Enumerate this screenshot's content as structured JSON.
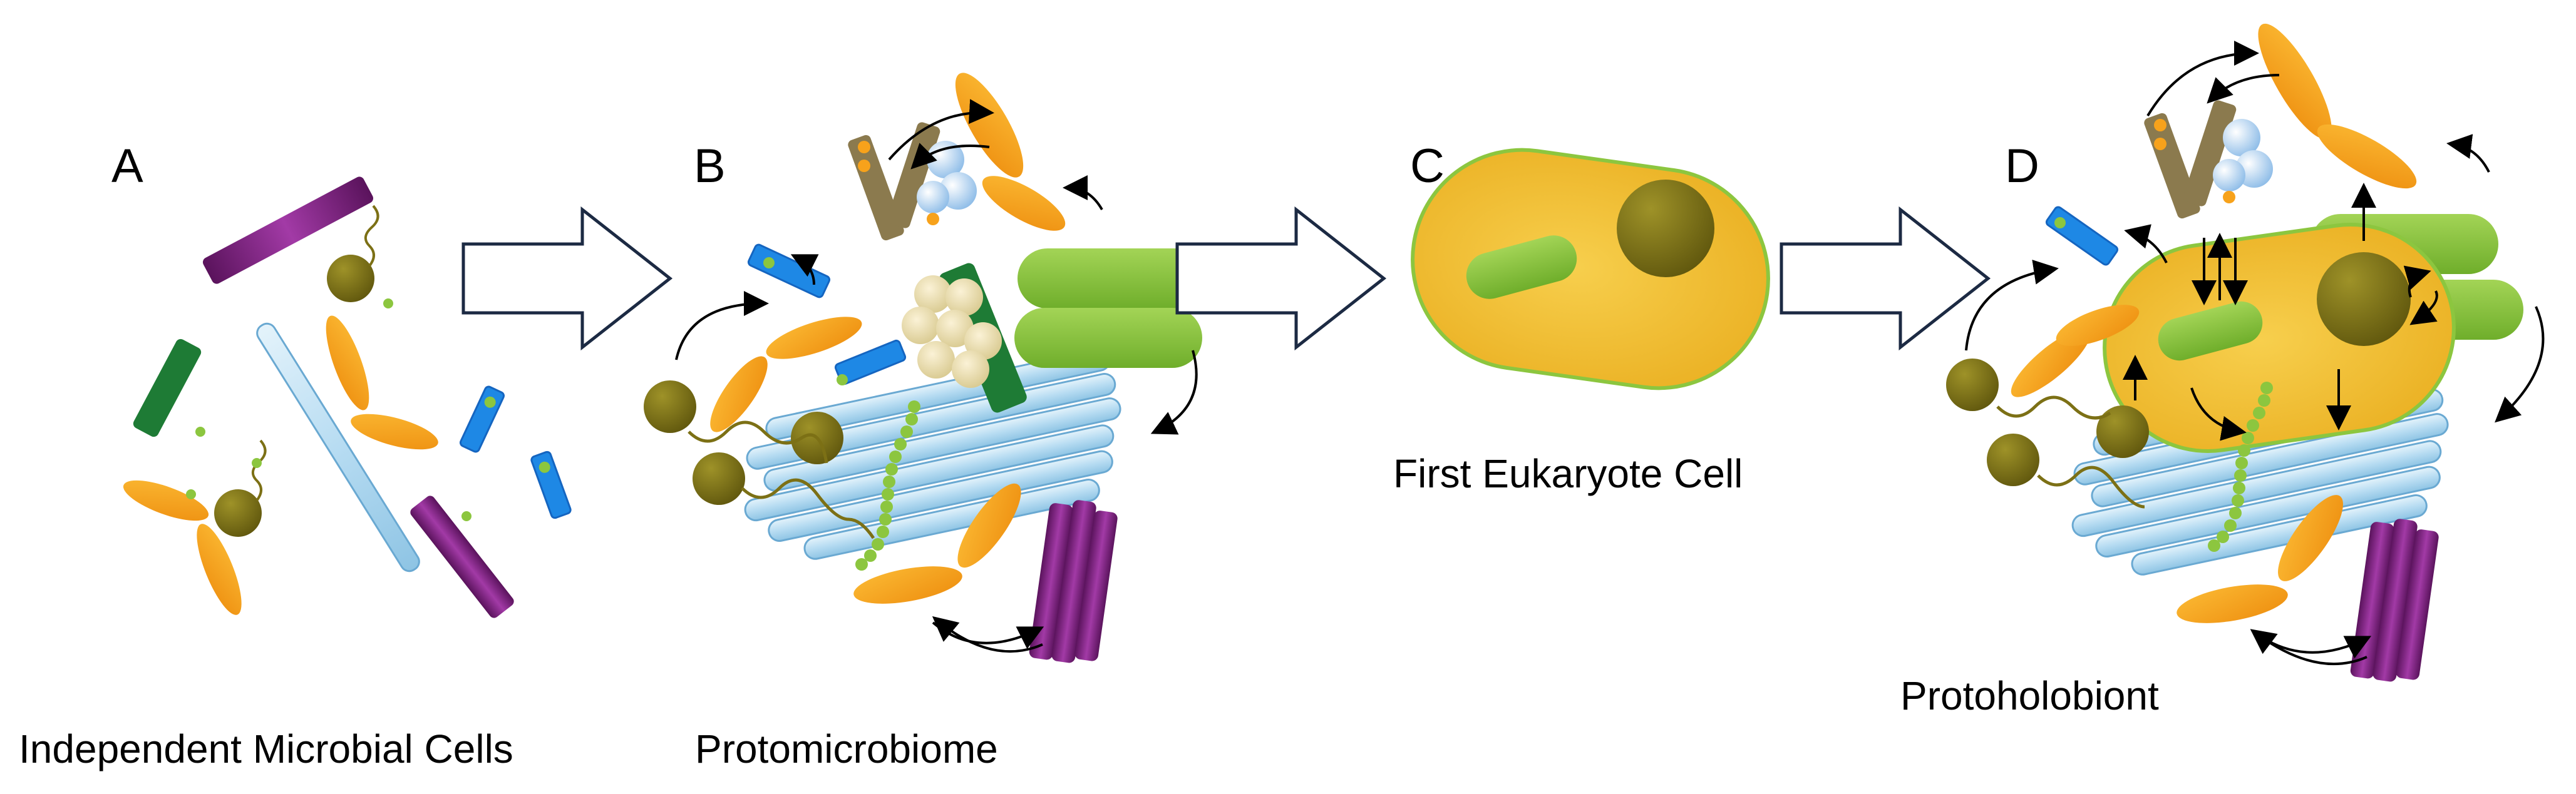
{
  "panels": [
    {
      "letter": "A",
      "caption": "Independent Microbial Cells"
    },
    {
      "letter": "B",
      "caption": "Protomicrobiome"
    },
    {
      "letter": "C",
      "caption": "First Eukaryote Cell"
    },
    {
      "letter": "D",
      "caption": "Protoholobiont"
    }
  ],
  "colors": {
    "orange": "#f7a21b",
    "olive": "#7c7015",
    "green_rod": "#8cc63f",
    "dark_green": "#1e7b35",
    "purple": "#7b1f7e",
    "blue": "#1e88e5",
    "light_blue": "#b7dcf2",
    "brown": "#8b7a4e",
    "eukaryote": "#f3c136",
    "membrane": "#8cc63f",
    "arrow_outline": "#1c2a43"
  }
}
